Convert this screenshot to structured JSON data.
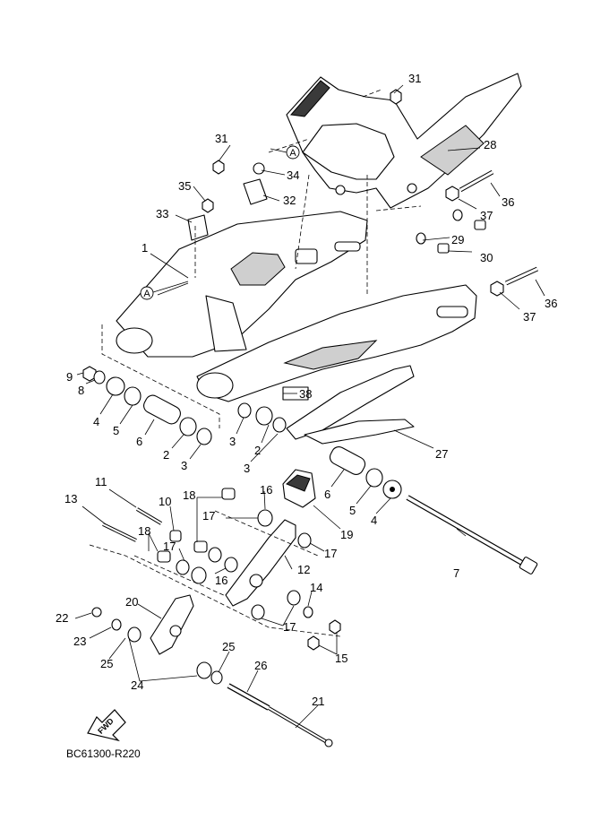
{
  "diagram_code": "BC61300-R220",
  "fwd_label": "FWD",
  "reference_mark": "A",
  "callouts": {
    "c1": "1",
    "c2a": "2",
    "c2b": "2",
    "c3a": "3",
    "c3b": "3",
    "c3c": "3",
    "c4a": "4",
    "c4b": "4",
    "c5a": "5",
    "c5b": "5",
    "c6a": "6",
    "c6b": "6",
    "c7": "7",
    "c8": "8",
    "c9": "9",
    "c10": "10",
    "c11": "11",
    "c12": "12",
    "c13": "13",
    "c14": "14",
    "c15": "15",
    "c16a": "16",
    "c16b": "16",
    "c17a": "17",
    "c17b": "17",
    "c17c": "17",
    "c17d": "17",
    "c18a": "18",
    "c18b": "18",
    "c19": "19",
    "c20": "20",
    "c21": "21",
    "c22": "22",
    "c23": "23",
    "c24": "24",
    "c25a": "25",
    "c25b": "25",
    "c26": "26",
    "c27": "27",
    "c28": "28",
    "c29": "29",
    "c30": "30",
    "c31a": "31",
    "c31b": "31",
    "c32": "32",
    "c33": "33",
    "c34": "34",
    "c35": "35",
    "c36a": "36",
    "c36b": "36",
    "c37a": "37",
    "c37b": "37",
    "c38": "38"
  }
}
